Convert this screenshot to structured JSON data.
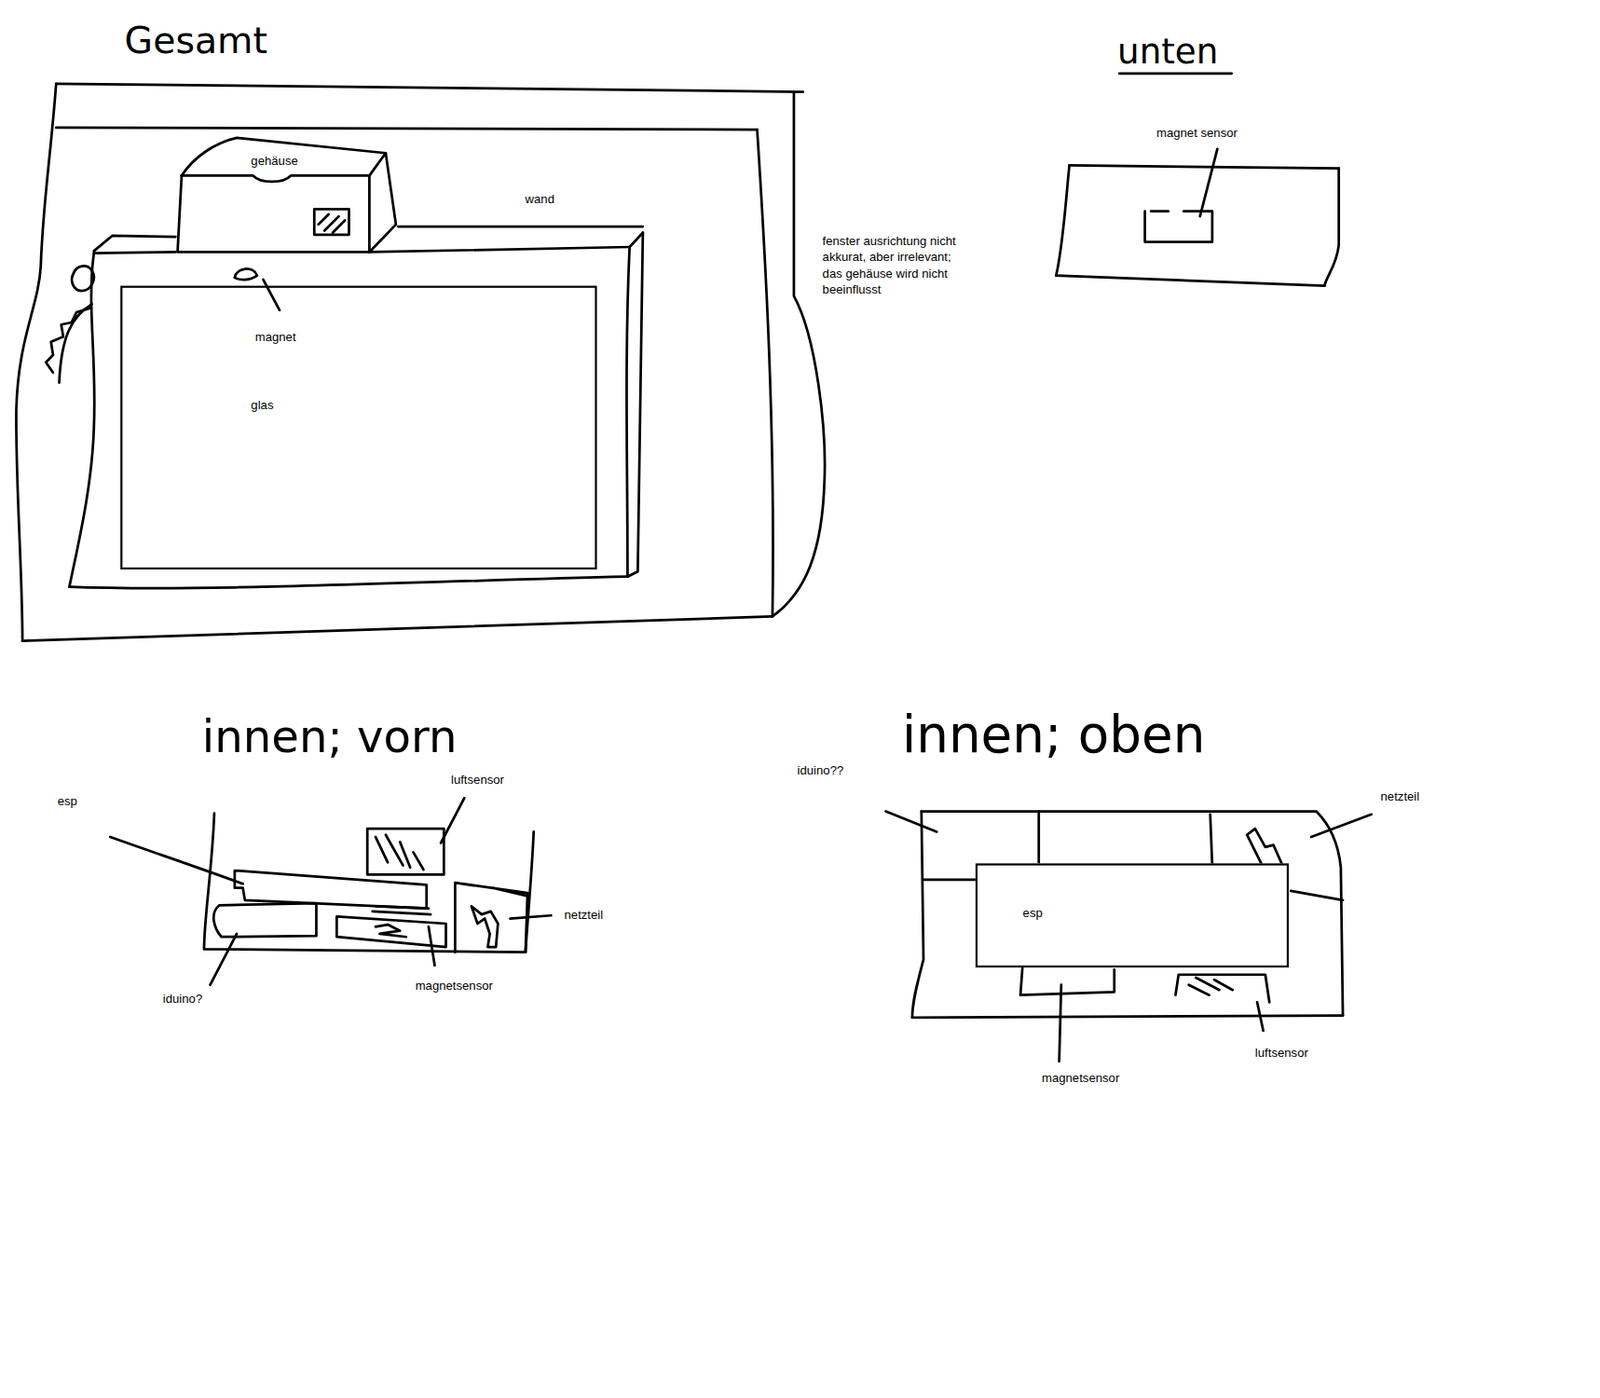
{
  "diagram": {
    "nodes": [
      {
        "text": [
          "gehäuse"
        ]
      },
      {
        "text": [
          "glas"
        ]
      },
      {
        "text": [
          "esp"
        ]
      }
    ],
    "labels": [
      "Gesamt",
      "unten",
      "innen; vorn",
      "innen; oben",
      "wand",
      "magnet",
      "fenster ausrichtung nicht akkurat, aber irrelevant; das gehäuse wird nicht beeinflusst",
      "magnet sensor",
      "luftsensor",
      "esp",
      "netzteil",
      "iduino?",
      "magnetsensor",
      "iduino??",
      "netzteil",
      "magnetsensor",
      "luftsensor"
    ]
  }
}
